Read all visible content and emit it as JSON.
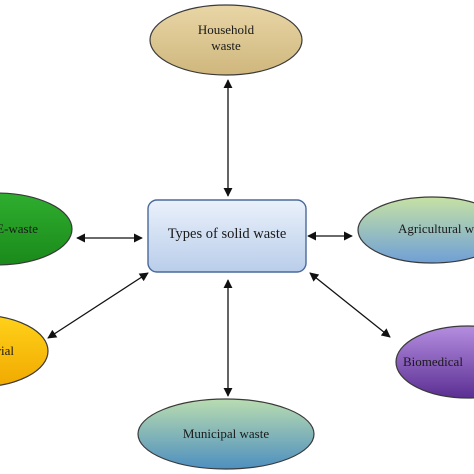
{
  "center": {
    "label": "Types of solid waste",
    "fill_top": "#eaf1fb",
    "fill_bottom": "#b9cdea",
    "stroke": "#4a6a9a"
  },
  "nodes": [
    {
      "id": "household",
      "lines": [
        "Household",
        "waste"
      ],
      "colors": [
        "#e9d6a6",
        "#cfb77d"
      ]
    },
    {
      "id": "agricultural",
      "lines": [
        "Agricultural waste"
      ],
      "colors": [
        "#c6e2a4",
        "#6fa0d6"
      ]
    },
    {
      "id": "biomedical",
      "lines": [
        "Biomedical"
      ],
      "colors": [
        "#b58ee0",
        "#5b2f93"
      ]
    },
    {
      "id": "municipal",
      "lines": [
        "Municipal waste"
      ],
      "colors": [
        "#b9dcb0",
        "#4e8fbf"
      ]
    },
    {
      "id": "industrial",
      "lines": [
        "Industrial"
      ],
      "colors": [
        "#ffd21a",
        "#f1a900"
      ]
    },
    {
      "id": "electronic",
      "lines": [
        "E-waste"
      ],
      "colors": [
        "#2fae2f",
        "#1a8a1a"
      ]
    }
  ]
}
